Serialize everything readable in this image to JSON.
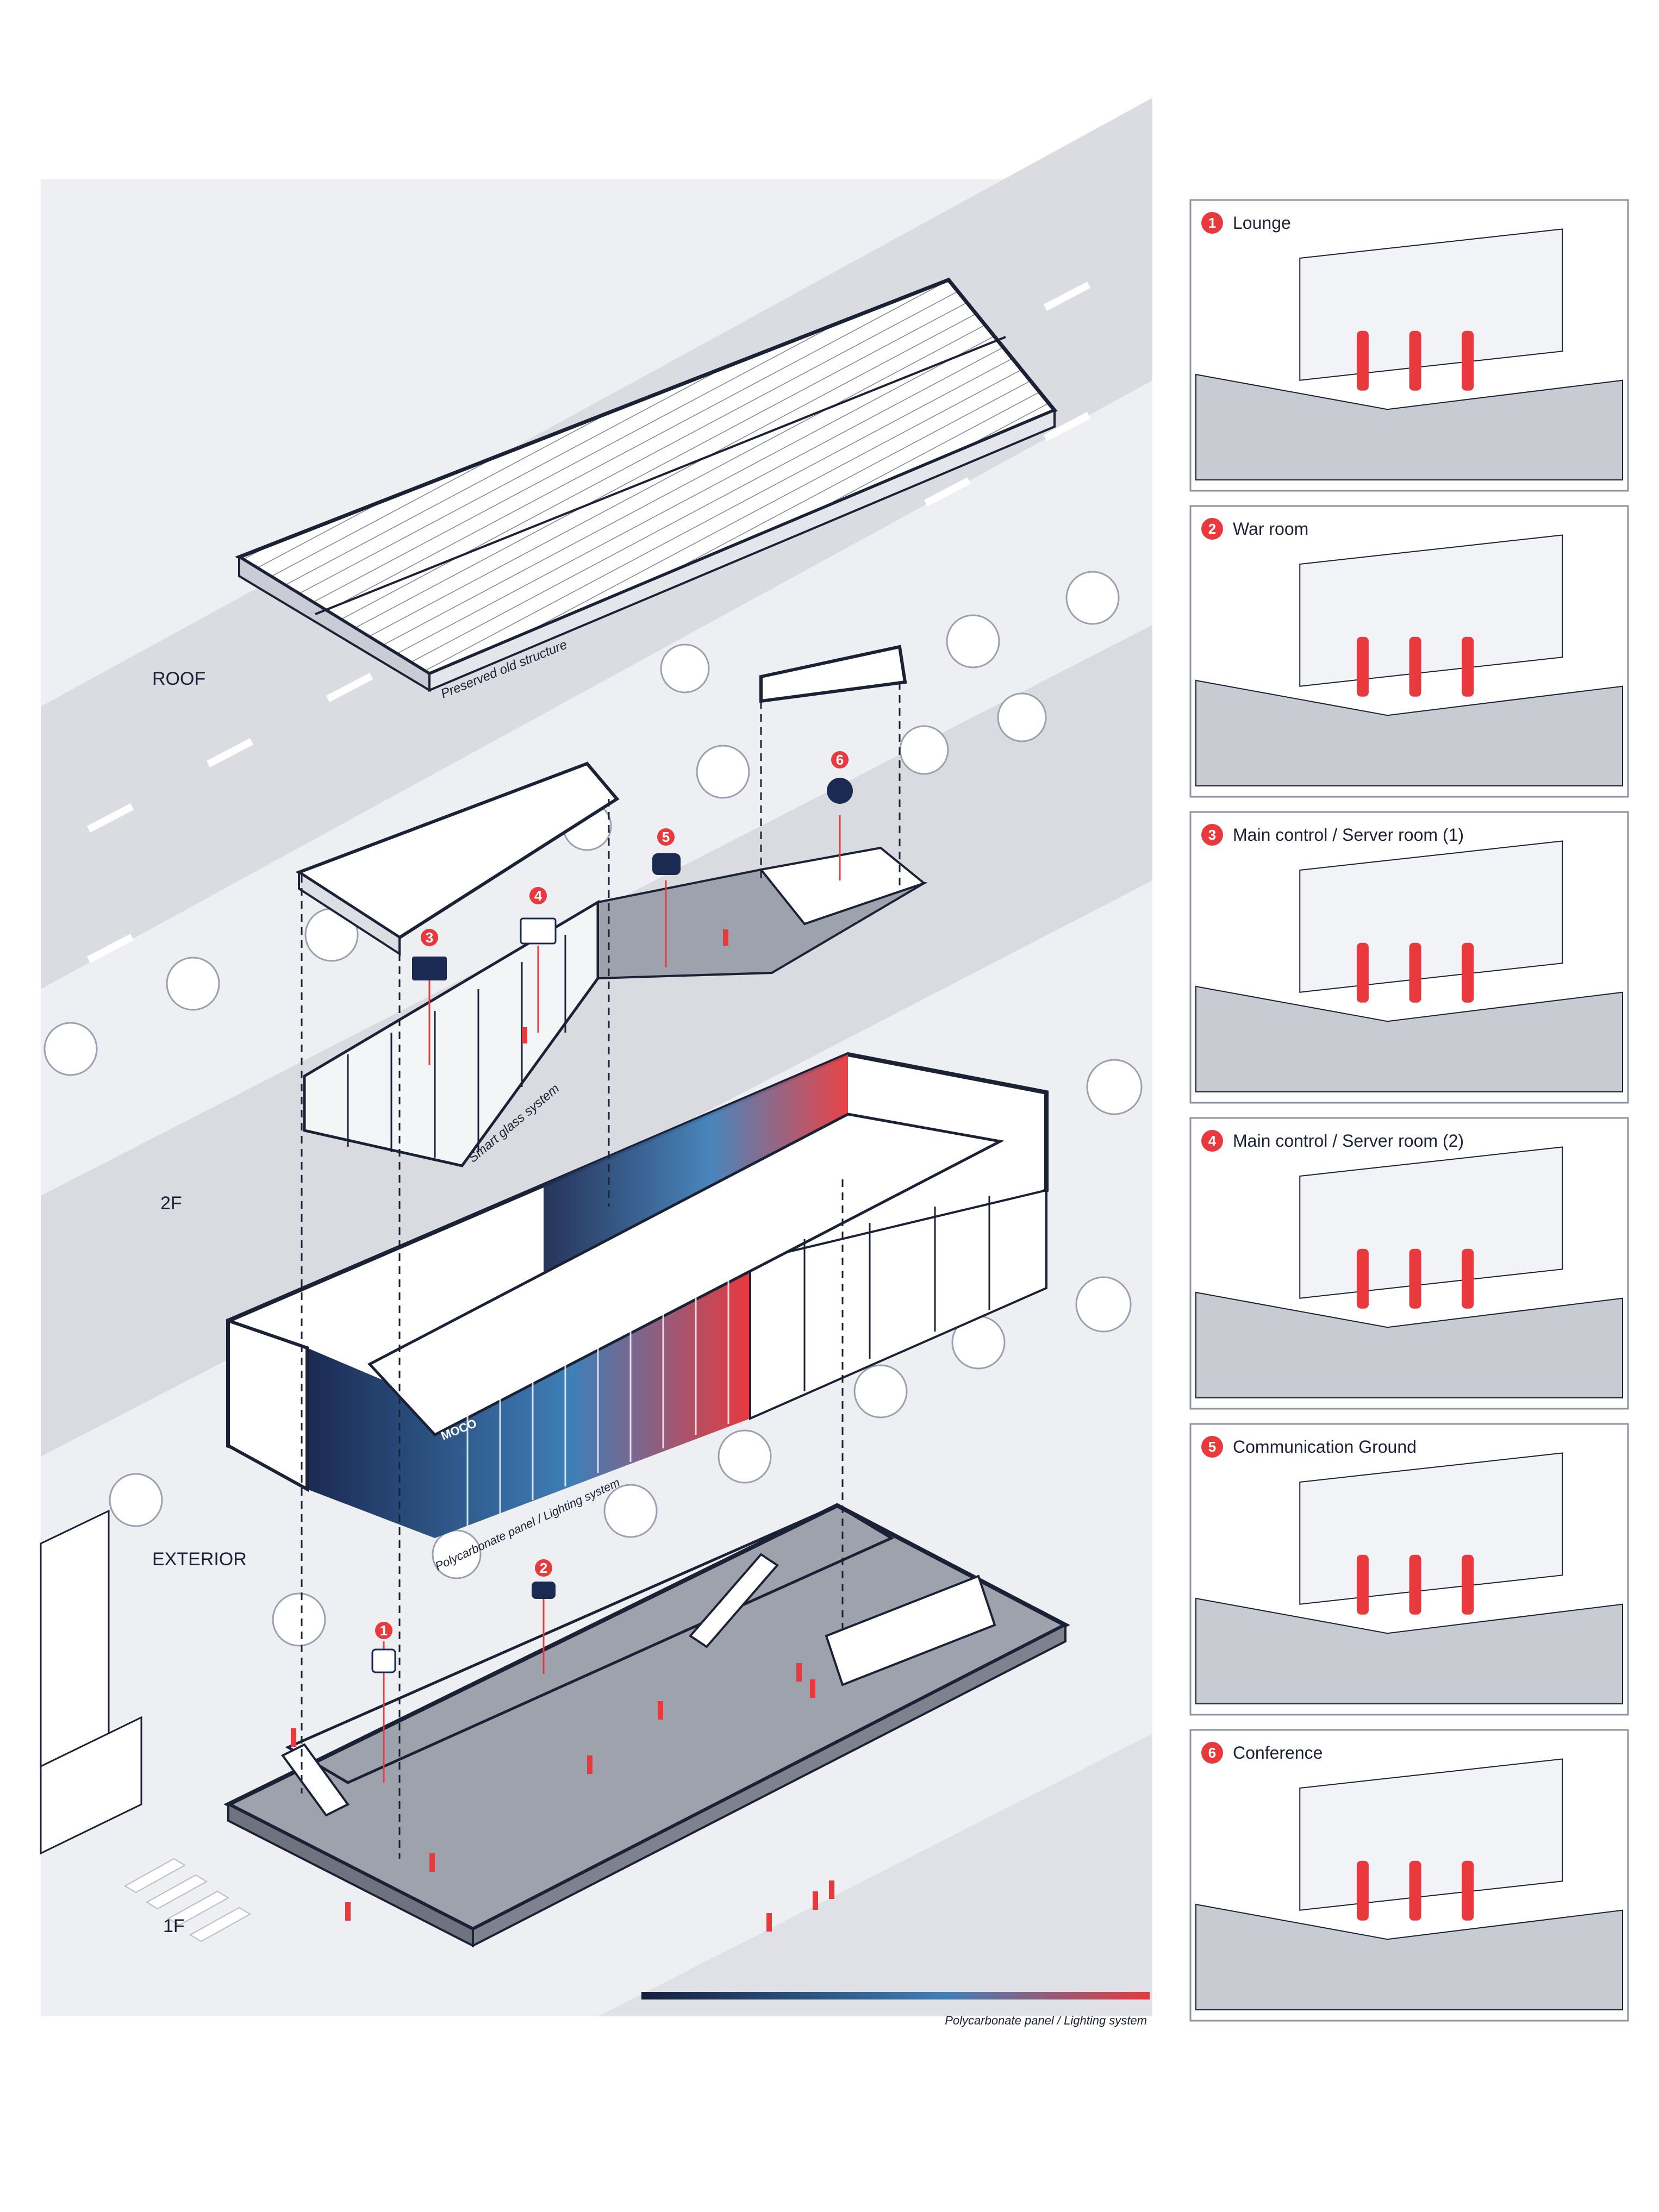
{
  "colors": {
    "accent": "#e8393d",
    "navy": "#1b2a52",
    "blue": "#3f7fb8",
    "line": "#1b2236",
    "road": "#d7d9df",
    "ground": "#9ea2ac"
  },
  "diagram": {
    "levels": {
      "roof": "ROOF",
      "second": "2F",
      "exterior": "EXTERIOR",
      "first": "1F"
    },
    "annotations": {
      "roof_structure": "Preserved old structure",
      "glass_system": "Smart glass system",
      "panel_system": "Polycarbonate panel / Lighting system",
      "legend_caption": "Polycarbonate panel / Lighting system",
      "facade_sign": "MOCO"
    },
    "markers": [
      {
        "num": "1",
        "icon": "person-seated-icon"
      },
      {
        "num": "2",
        "icon": "meeting-icon"
      },
      {
        "num": "3",
        "icon": "dashboard-icon"
      },
      {
        "num": "4",
        "icon": "presentation-icon"
      },
      {
        "num": "5",
        "icon": "chat-icon"
      },
      {
        "num": "6",
        "icon": "group-icon"
      }
    ]
  },
  "panels": [
    {
      "num": "1",
      "title": "Lounge"
    },
    {
      "num": "2",
      "title": "War room"
    },
    {
      "num": "3",
      "title": "Main control / Server room (1)"
    },
    {
      "num": "4",
      "title": "Main control / Server room (2)"
    },
    {
      "num": "5",
      "title": "Communication Ground"
    },
    {
      "num": "6",
      "title": "Conference"
    }
  ]
}
